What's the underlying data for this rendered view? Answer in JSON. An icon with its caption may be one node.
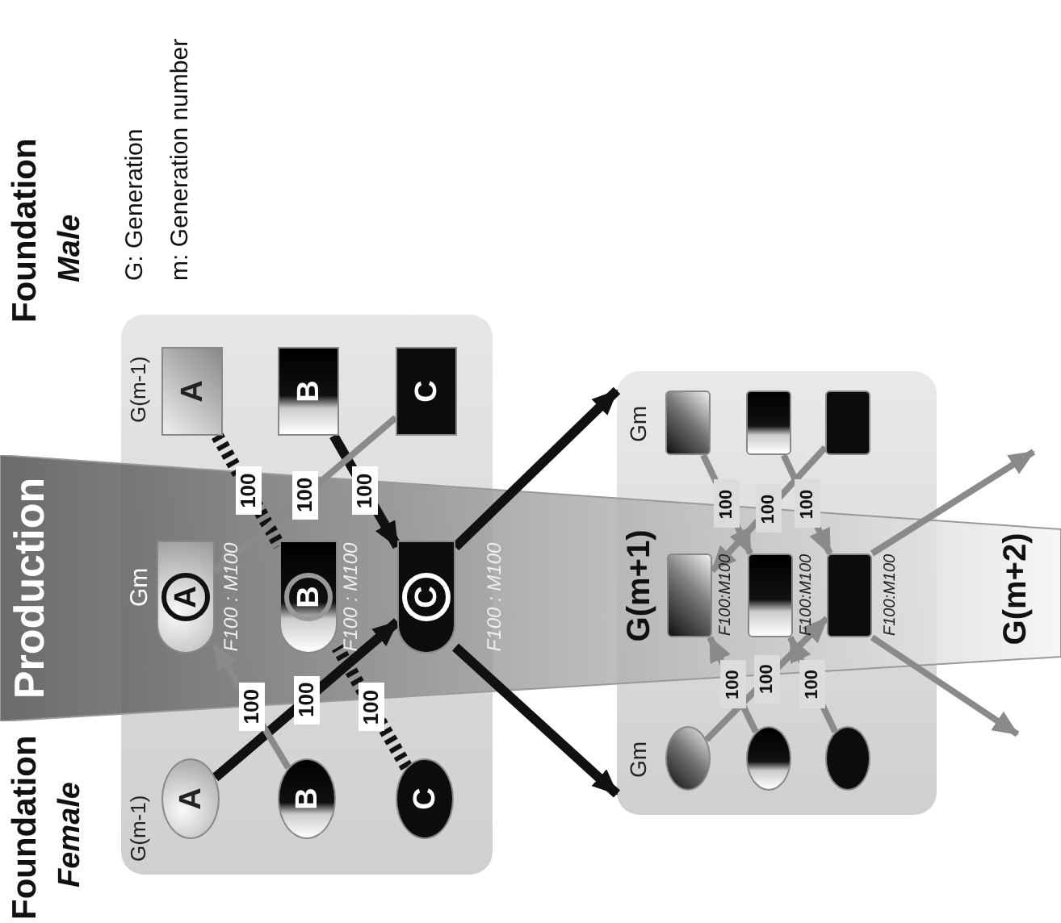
{
  "diagram": {
    "nodes": [
      {
        "text": [],
        "shape": "box"
      },
      {
        "text": [],
        "shape": "box"
      },
      {
        "text": [
          "A"
        ],
        "in": 0
      },
      {
        "text": [
          "B"
        ],
        "in": 0
      },
      {
        "text": [
          "C"
        ],
        "in": 0
      },
      {
        "text": [
          "A"
        ],
        "in": 0,
        "beside": [
          "F100 : M100"
        ]
      },
      {
        "text": [
          "B"
        ],
        "in": 0,
        "beside": [
          "F100 : M100"
        ]
      },
      {
        "text": [
          "C"
        ],
        "in": 0,
        "beside": [
          "F100 : M100"
        ]
      },
      {
        "text": [
          "A"
        ],
        "in": 0
      },
      {
        "text": [
          "B"
        ],
        "in": 0
      },
      {
        "text": [
          "C"
        ],
        "in": 0
      },
      {
        "text": [],
        "shape": "ellipse",
        "in": 1
      },
      {
        "text": [],
        "shape": "ellipse",
        "in": 1
      },
      {
        "text": [],
        "shape": "ellipse",
        "in": 1
      },
      {
        "text": [],
        "shape": "box",
        "in": 1
      },
      {
        "text": [],
        "shape": "box",
        "in": 1
      },
      {
        "text": [],
        "shape": "box",
        "in": 1
      },
      {
        "text": [],
        "shape": "box",
        "in": 1,
        "beside": [
          "F100:M100"
        ]
      },
      {
        "text": [],
        "shape": "box",
        "in": 1,
        "beside": [
          "F100:M100"
        ]
      },
      {
        "text": [],
        "shape": "box",
        "in": 1,
        "beside": [
          "F100:M100"
        ]
      }
    ],
    "edges": [
      {
        "from": 2,
        "to": 7,
        "arrow": "to",
        "label": "100",
        "color": "#111111"
      },
      {
        "from": 3,
        "to": 5,
        "arrow": "to",
        "label": "100"
      },
      {
        "from": 4,
        "to": 6,
        "arrow": "none",
        "label": "100",
        "style": "dashed",
        "color": "#111111"
      },
      {
        "from": 8,
        "to": 6,
        "arrow": "none",
        "label": "100",
        "style": "dashed",
        "color": "#111111"
      },
      {
        "from": 9,
        "to": 7,
        "arrow": "to",
        "label": "100",
        "color": "#111111"
      },
      {
        "from": 10,
        "to": 5,
        "arrow": "to",
        "label": "100"
      },
      {
        "from": 7,
        "to": 1,
        "arrow": "to",
        "color": "#111111"
      },
      {
        "from": 7,
        "to": 1,
        "arrow": "to",
        "color": "#111111"
      },
      {
        "from": 16,
        "to": 17,
        "arrow": "to",
        "label": "100"
      },
      {
        "from": 14,
        "to": 18,
        "arrow": "to",
        "label": "100"
      },
      {
        "from": 15,
        "to": 19,
        "arrow": "to",
        "label": "100"
      },
      {
        "from": 11,
        "to": 19,
        "arrow": "to",
        "label": "100"
      },
      {
        "from": 12,
        "to": 17,
        "arrow": "to",
        "label": "100"
      },
      {
        "from": 13,
        "to": 18,
        "arrow": "to",
        "label": "100"
      },
      {
        "from": 19,
        "to": null,
        "arrow": "to"
      },
      {
        "from": 19,
        "to": null,
        "arrow": "to"
      }
    ],
    "labels": [
      "Foundation",
      "Female",
      "Production",
      "Foundation",
      "Male",
      "G: Generation",
      "m: Generation number",
      "G(m-1)",
      "Gm",
      "G(m-1)",
      "Gm",
      "G(m+1)",
      "Gm",
      "G(m+2)"
    ]
  }
}
